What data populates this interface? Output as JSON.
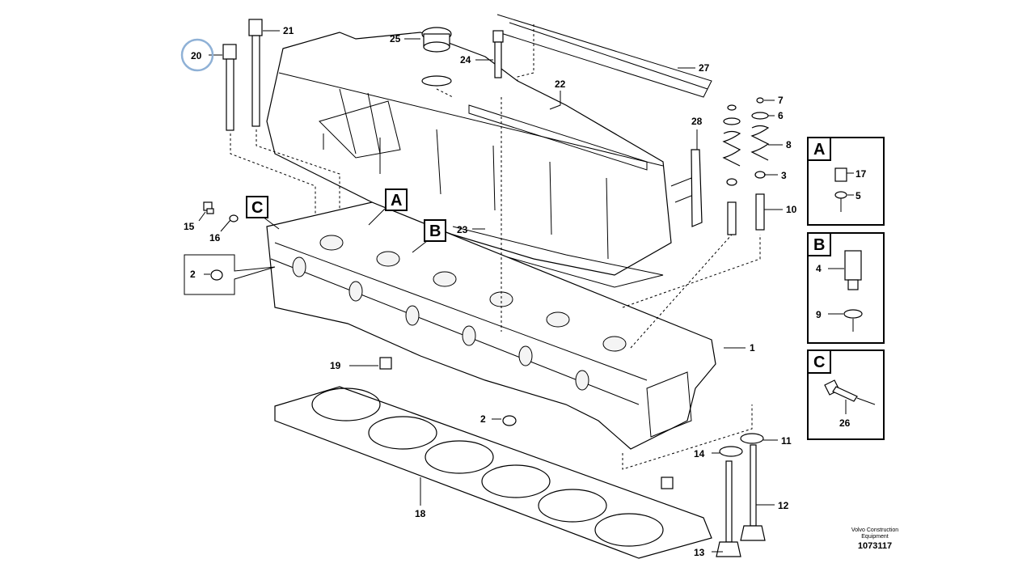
{
  "callouts": {
    "p1": "1",
    "p2a": "2",
    "p2b": "2",
    "p3": "3",
    "p4": "4",
    "p5": "5",
    "p6": "6",
    "p7": "7",
    "p8": "8",
    "p9": "9",
    "p10": "10",
    "p11": "11",
    "p12": "12",
    "p13": "13",
    "p14": "14",
    "p15": "15",
    "p16": "16",
    "p17": "17",
    "p18": "18",
    "p19": "19",
    "p20": "20",
    "p21": "21",
    "p22": "22",
    "p23": "23",
    "p24": "24",
    "p25": "25",
    "p26": "26",
    "p27": "27",
    "p28": "28"
  },
  "boxes": {
    "a": "A",
    "b": "B",
    "c": "C"
  },
  "detail_panels": {
    "a": {
      "letter": "A"
    },
    "b": {
      "letter": "B"
    },
    "c": {
      "letter": "C"
    }
  },
  "credit": {
    "line1": "Volvo Construction",
    "line2": "Equipment",
    "number": "1073117"
  },
  "highlight_color": "#8fb1d6"
}
